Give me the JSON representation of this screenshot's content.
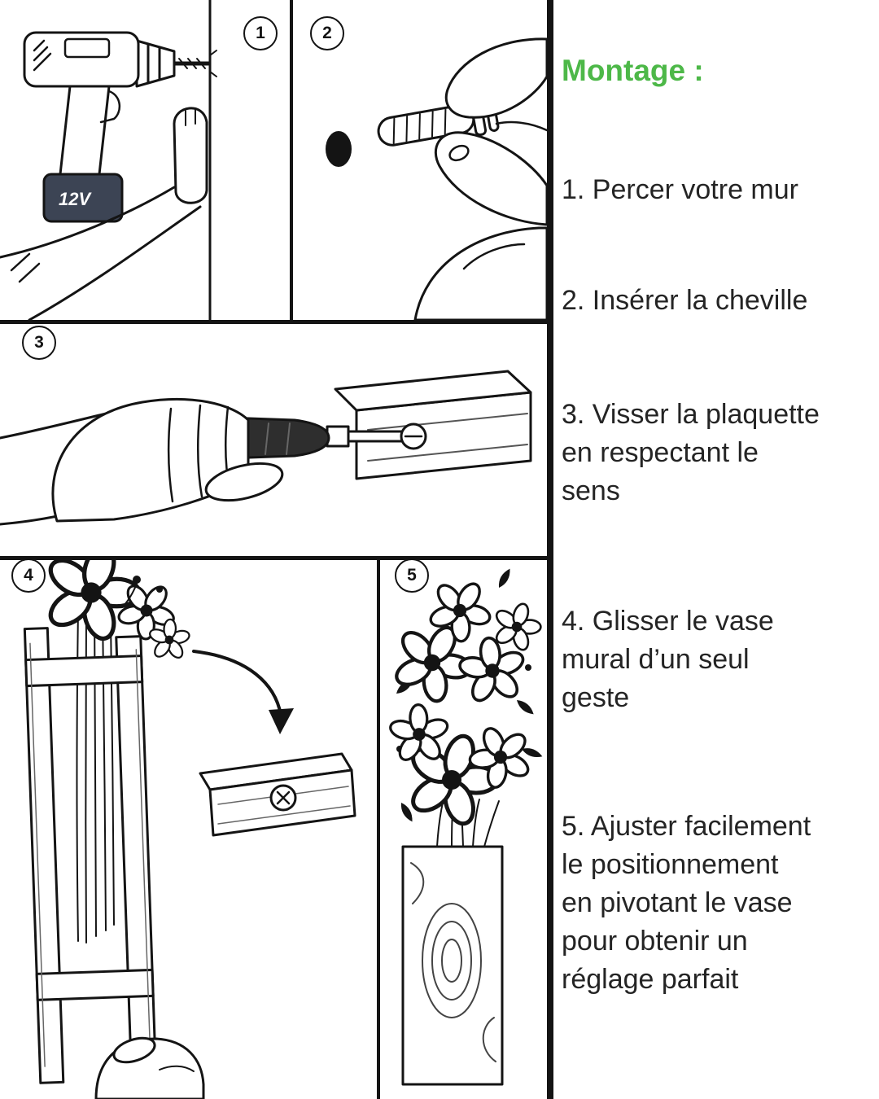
{
  "page": {
    "background": "#ffffff",
    "line_color": "#141414"
  },
  "instructions": {
    "heading": "Montage :",
    "heading_color": "#4db848",
    "text_color": "#242424",
    "steps": [
      [
        "1. Percer votre mur"
      ],
      [
        "2. Insérer la cheville"
      ],
      [
        "3. Visser la plaquette",
        "en respectant le",
        "sens"
      ],
      [
        "4. Glisser le vase",
        "mural d’un seul",
        "geste"
      ],
      [
        "5. Ajuster facilement",
        "le  positionnement",
        "en pivotant le vase",
        "pour obtenir un",
        "réglage parfait"
      ]
    ]
  },
  "panels": {
    "numbers": [
      "1",
      "2",
      "3",
      "4",
      "5"
    ]
  },
  "labels": {
    "battery": "12V"
  }
}
